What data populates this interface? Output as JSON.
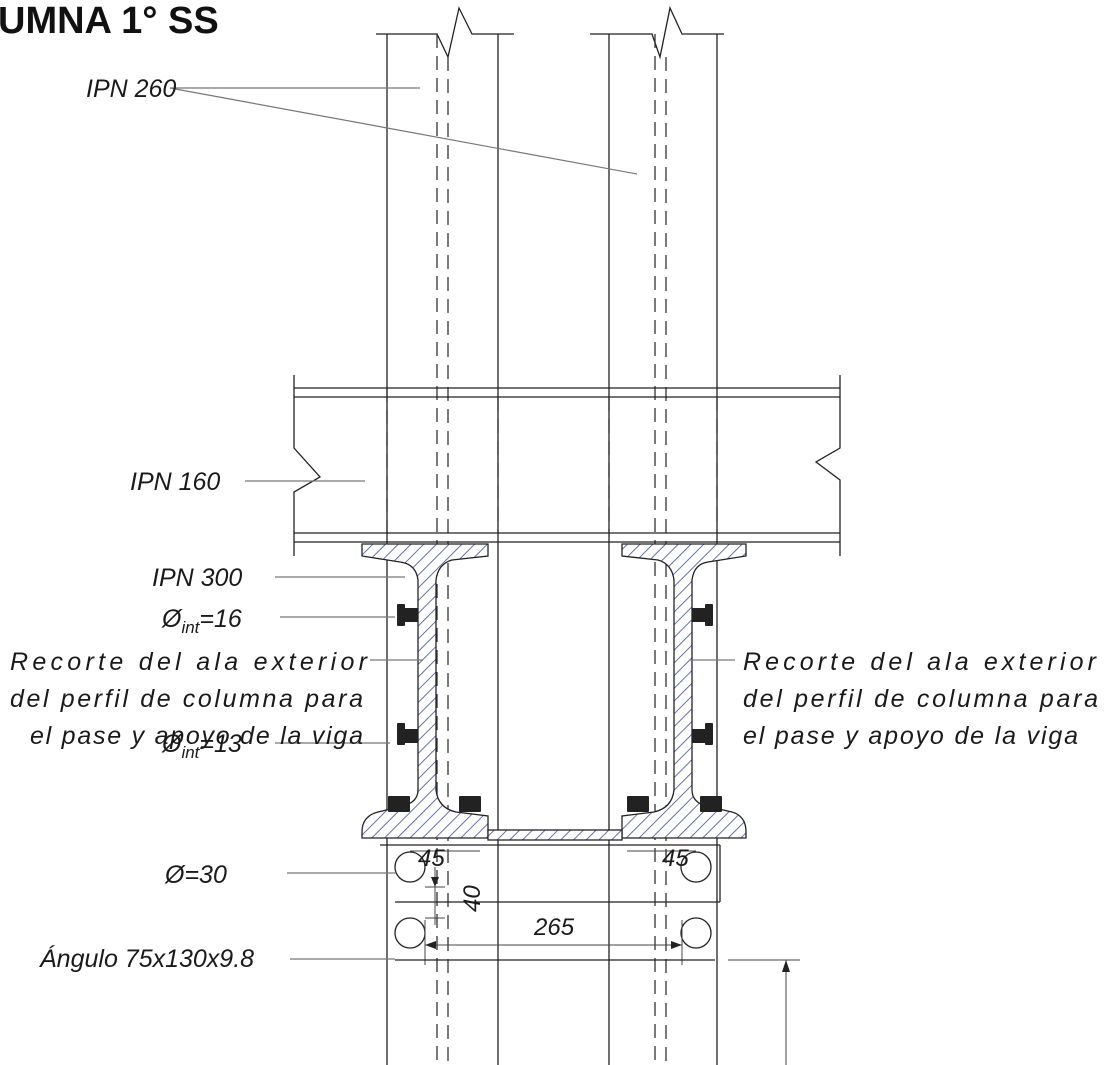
{
  "title": "UMNA 1° SS",
  "labels": {
    "ipn260": "IPN 260",
    "ipn160": "IPN 160",
    "ipn300": "IPN 300",
    "phi_int_16_prefix": "Ø",
    "phi_int_16_sub": "int",
    "phi_int_16_suffix": "=16",
    "phi_int_13_prefix": "Ø",
    "phi_int_13_sub": "int",
    "phi_int_13_suffix": "=13",
    "phi_30": "Ø=30",
    "angulo": "Ángulo 75x130x9.8",
    "recorte_left": [
      "Recorte del ala exterior",
      "del perfil de columna para",
      "el pase y apoyo de la viga"
    ],
    "recorte_right": [
      "Recorte del ala exterior",
      "del perfil de columna para",
      "el pase y apoyo de la viga"
    ]
  },
  "dimensions": {
    "d45_left": "45",
    "d45_right": "45",
    "d40": "40",
    "d265": "265"
  },
  "colors": {
    "hatch": "#3a4f9a",
    "line": "#222222",
    "leader": "#777777"
  }
}
